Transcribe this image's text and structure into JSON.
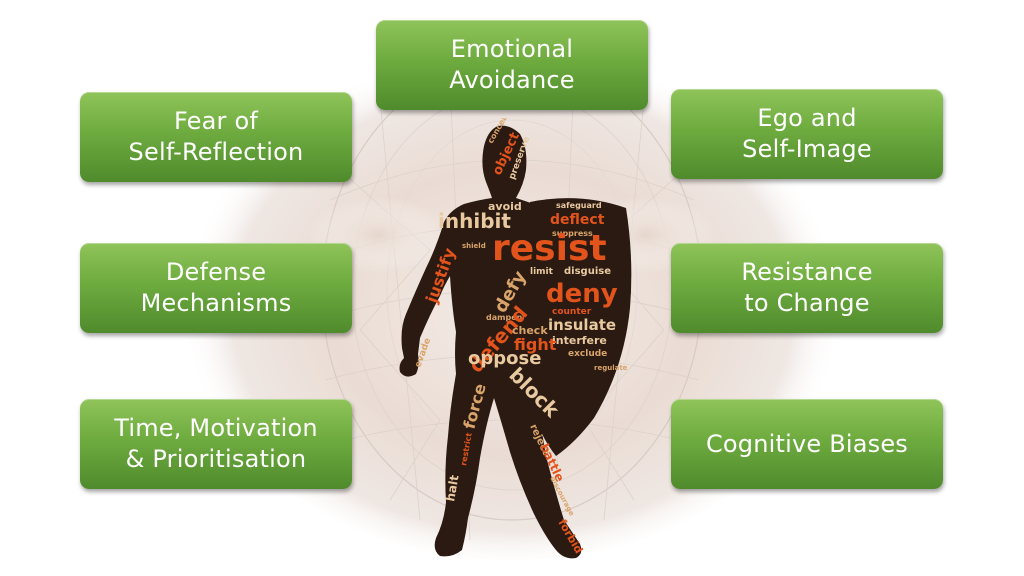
{
  "boxes": {
    "emotional_avoidance": [
      "Emotional",
      "Avoidance"
    ],
    "fear_of_self_reflection": [
      "Fear of",
      "Self-Reflection"
    ],
    "ego_and_self_image": [
      "Ego and",
      "Self-Image"
    ],
    "defense_mechanisms": [
      "Defense",
      "Mechanisms"
    ],
    "resistance_to_change": [
      "Resistance",
      "to Change"
    ],
    "time_motivation": [
      "Time, Motivation",
      "& Prioritisation"
    ],
    "cognitive_biases": [
      "Cognitive Biases"
    ]
  },
  "figure_words": {
    "resist": "resist",
    "inhibit": "inhibit",
    "deny": "deny",
    "deflect": "deflect",
    "justify": "justify",
    "defy": "defy",
    "insulate": "insulate",
    "interfere": "interfere",
    "oppose": "oppose",
    "fight": "fight",
    "block": "block",
    "force": "force",
    "defend": "defend",
    "check": "check",
    "avoid": "avoid",
    "object": "object",
    "preserve": "preserve",
    "conceal": "conceal",
    "safeguard": "safeguard",
    "suppress": "suppress",
    "disguise": "disguise",
    "counter": "counter",
    "exclude": "exclude",
    "limit": "limit",
    "dampen": "dampen",
    "reject": "reject",
    "battle": "battle",
    "halt": "halt",
    "forbid": "forbid",
    "evade": "evade",
    "regulate": "regulate",
    "shield": "shield",
    "discourage": "discourage",
    "restrict": "restrict"
  },
  "colors": {
    "box_top": "#8fc45a",
    "box_bottom": "#4f8b2c",
    "box_text": "#ffffff",
    "figure_fill": "#2b1a12",
    "word_orange": "#e2541b",
    "word_tan": "#d9a46a",
    "word_light": "#e8c9a0"
  }
}
